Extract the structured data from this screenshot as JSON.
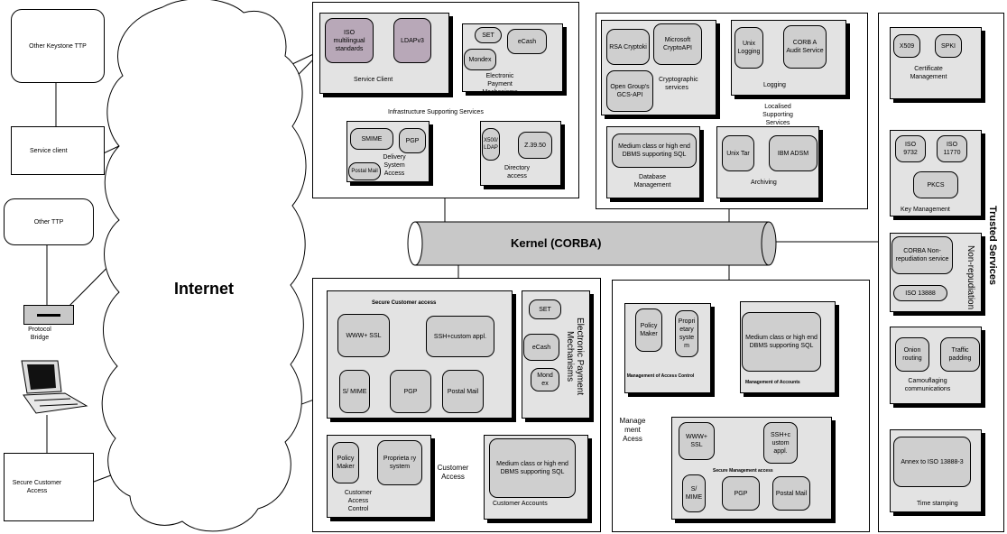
{
  "left": {
    "other_keystone_ttp": "Other Keystone TTP",
    "service_client": "Service client",
    "other_ttp": "Other TTP",
    "protocol_bridge": "Protocol Bridge",
    "secure_customer_access": "Secure Customer Access",
    "internet": "Internet"
  },
  "kernel": "Kernel (CORBA)",
  "infra": {
    "title": "Infrastructure Supporting Services",
    "service_client": {
      "label": "Service Client",
      "items": [
        "ISO multilingual standards",
        "LDAPv3"
      ]
    },
    "epm": {
      "label": "Electronic Payment Mechanisms",
      "items": [
        "SET",
        "eCash",
        "Mondex"
      ]
    },
    "delivery": {
      "label": "Delivery System Access",
      "items": [
        "SMIME",
        "PGP",
        "Postal Mail"
      ]
    },
    "directory": {
      "label": "Directory access",
      "items": [
        "X500/ LDAP",
        "Z.39.50"
      ]
    }
  },
  "local": {
    "title": "Localised Supporting Services",
    "crypto": {
      "label": "Cryptographic services",
      "items": [
        "RSA Cryptoki",
        "Microsoft CryptoAPI",
        "Open Group's GCS-API"
      ]
    },
    "logging": {
      "label": "Logging",
      "items": [
        "Unix Logging",
        "CORB A Audit Service"
      ]
    },
    "database": {
      "label": "Database Management",
      "items": [
        "Medium class or high end DBMS supporting SQL"
      ]
    },
    "archiving": {
      "label": "Archiving",
      "items": [
        "Unix Tar",
        "IBM ADSM"
      ]
    }
  },
  "customer": {
    "secure_title": "Secure Customer access",
    "secure_items": [
      "WWW+ SSL",
      "SSH+custom appl.",
      "S/ MIME",
      "PGP",
      "Postal Mail"
    ],
    "epm_label": "Electronic Payment Mechanisms",
    "epm_items": [
      "SET",
      "eCash",
      "Mond ex"
    ],
    "cac": {
      "label": "Customer Access Control",
      "items": [
        "Policy Maker",
        "Proprieta ry system"
      ]
    },
    "customer_access": "Customer Access",
    "accounts": {
      "label": "Customer Accounts",
      "items": [
        "Medium class or high end DBMS supporting SQL"
      ]
    }
  },
  "management": {
    "mac": {
      "label": "Management of Access Control",
      "items": [
        "Policy Maker",
        "Propri etary syste m"
      ]
    },
    "moa": {
      "label": "Management of Accounts",
      "items": [
        "Medium class or high end DBMS supporting SQL"
      ]
    },
    "access_label": "Manage ment Acess",
    "sma": {
      "label": "Secure Management access",
      "items": [
        "WWW+ SSL",
        "SSH+c ustom appl.",
        "S/ MIME",
        "PGP",
        "Postal Mail"
      ]
    }
  },
  "trusted": {
    "title": "Trusted Services",
    "cert": {
      "label": "Certificate Management",
      "items": [
        "X509",
        "SPKI"
      ]
    },
    "key": {
      "label": "Key Management",
      "items": [
        "ISO 9732",
        "ISO 11770",
        "PKCS"
      ]
    },
    "nonrep": {
      "label": "Non-repudiation",
      "items": [
        "CORBA Non-repudiation service",
        "ISO 13888"
      ]
    },
    "camo": {
      "label": "Camouflaging communications",
      "items": [
        "Onion routing",
        "Traffic padding"
      ]
    },
    "ts": {
      "label": "Time stamping",
      "items": [
        "Annex to ISO 13888-3"
      ]
    }
  }
}
